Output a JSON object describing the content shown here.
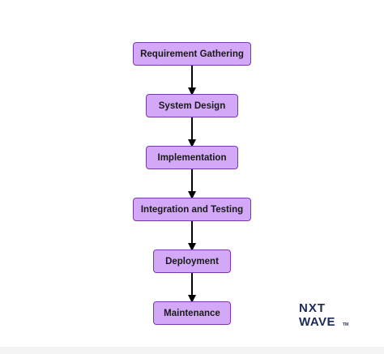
{
  "flowchart": {
    "steps": [
      {
        "label": "Requirement Gathering"
      },
      {
        "label": "System Design"
      },
      {
        "label": "Implementation"
      },
      {
        "label": "Integration and Testing"
      },
      {
        "label": "Deployment"
      },
      {
        "label": "Maintenance"
      }
    ]
  },
  "logo": {
    "text": "NXT WAVE",
    "line1": "NXT",
    "line2": "WAVE",
    "trademark": "TM"
  },
  "colors": {
    "box_fill": "#d3a8f7",
    "box_border": "#7c3aa8",
    "arrow": "#000000",
    "logo": "#1b2a57"
  }
}
